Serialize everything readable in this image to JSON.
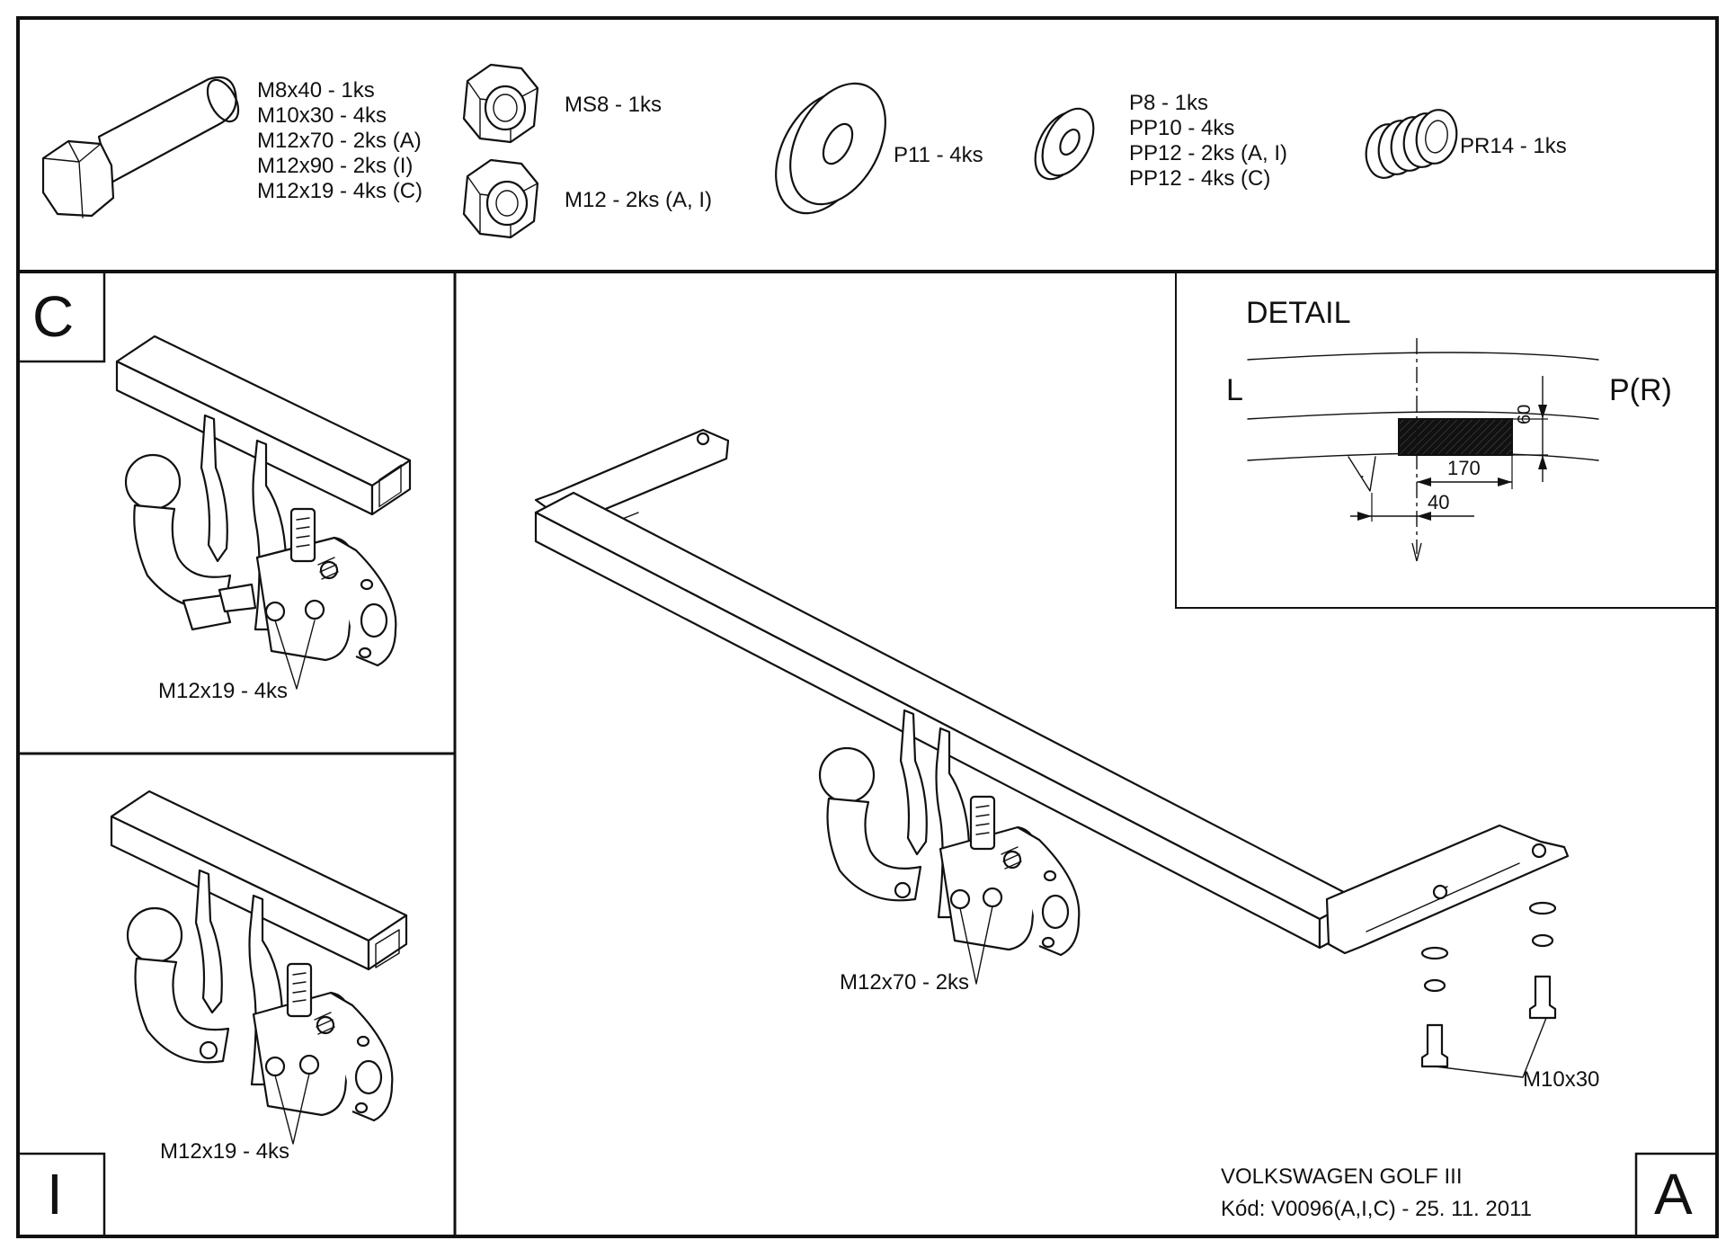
{
  "parts": {
    "bolt": [
      "M8x40 - 1ks",
      "M10x30 - 4ks",
      "M12x70 - 2ks (A)",
      "M12x90 - 2ks (I)",
      "M12x19 - 4ks (C)"
    ],
    "nut_ms8": "MS8 - 1ks",
    "nut_m12": "M12 - 2ks (A, I)",
    "washer_large": "P11 - 4ks",
    "washer_small": [
      "P8 - 1ks",
      "PP10 - 4ks",
      "PP12 - 2ks (A, I)",
      "PP12 - 4ks (C)"
    ],
    "spring_washer": "PR14 - 1ks"
  },
  "panels": {
    "c": {
      "letter": "C",
      "callout": "M12x19 - 4ks"
    },
    "i": {
      "letter": "I",
      "callout": "M12x19 - 4ks"
    },
    "a": {
      "letter": "A",
      "callout_ball": "M12x70 - 2ks",
      "callout_bolts": "M10x30"
    }
  },
  "detail": {
    "title": "DETAIL",
    "left": "L",
    "right": "P(R)",
    "dim_height": "60",
    "dim_width": "170",
    "dim_offset": "40"
  },
  "footer": {
    "model": "VOLKSWAGEN GOLF III",
    "code": "Kód: V0096(A,I,C) - 25. 11. 2011"
  }
}
